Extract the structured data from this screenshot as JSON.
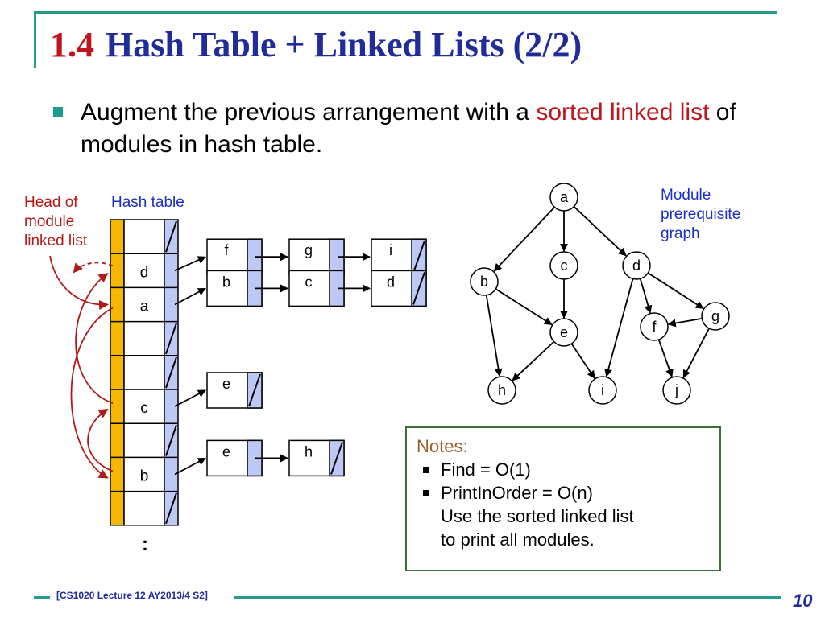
{
  "slide": {
    "title_num": "1.4",
    "title": "Hash Table + Linked Lists (2/2)",
    "bullet_pre": "Augment the previous arrangement with a ",
    "bullet_highlight": "sorted linked list",
    "bullet_post": " of modules in hash table.",
    "footer": "[CS1020 Lecture 12 AY2013/4 S2]",
    "page_number": "10"
  },
  "labels": {
    "head_of_list": [
      "Head of",
      "module",
      "linked list"
    ],
    "hash_table": "Hash table",
    "module_graph": [
      "Module",
      "prerequisite",
      "graph"
    ],
    "ellipsis": ":"
  },
  "hash_table": {
    "slots": [
      "",
      "d",
      "a",
      "",
      "",
      "c",
      "",
      "b",
      ""
    ],
    "chains": [
      {
        "slot": 1,
        "nodes": [
          "f",
          "g",
          "i"
        ]
      },
      {
        "slot": 2,
        "nodes": [
          "b",
          "c",
          "d"
        ]
      },
      {
        "slot": 5,
        "nodes": [
          "e"
        ]
      },
      {
        "slot": 7,
        "nodes": [
          "e",
          "h"
        ]
      }
    ]
  },
  "graph": {
    "nodes": [
      {
        "id": "a",
        "label": "a"
      },
      {
        "id": "b",
        "label": "b"
      },
      {
        "id": "c",
        "label": "c"
      },
      {
        "id": "d",
        "label": "d"
      },
      {
        "id": "e",
        "label": "e"
      },
      {
        "id": "f",
        "label": "f"
      },
      {
        "id": "g",
        "label": "g"
      },
      {
        "id": "h",
        "label": "h"
      },
      {
        "id": "i",
        "label": "i"
      },
      {
        "id": "j",
        "label": "j"
      }
    ],
    "edges": [
      [
        "a",
        "b"
      ],
      [
        "a",
        "c"
      ],
      [
        "a",
        "d"
      ],
      [
        "b",
        "e"
      ],
      [
        "b",
        "h"
      ],
      [
        "c",
        "e"
      ],
      [
        "e",
        "h"
      ],
      [
        "e",
        "i"
      ],
      [
        "d",
        "i"
      ],
      [
        "d",
        "f"
      ],
      [
        "d",
        "g"
      ],
      [
        "g",
        "f"
      ],
      [
        "f",
        "j"
      ],
      [
        "g",
        "j"
      ]
    ]
  },
  "notes": {
    "title": "Notes:",
    "items": [
      "Find = O(1)",
      "PrintInOrder = O(n)"
    ],
    "sub": [
      "Use the sorted linked list",
      "to print all modules."
    ]
  },
  "colors": {
    "title_blue": "#1f2c9a",
    "accent_red": "#c0141c",
    "orange_bar": "#f5b800",
    "pointer_fill": "#bcc9f5",
    "teal": "#2a9a8a"
  }
}
